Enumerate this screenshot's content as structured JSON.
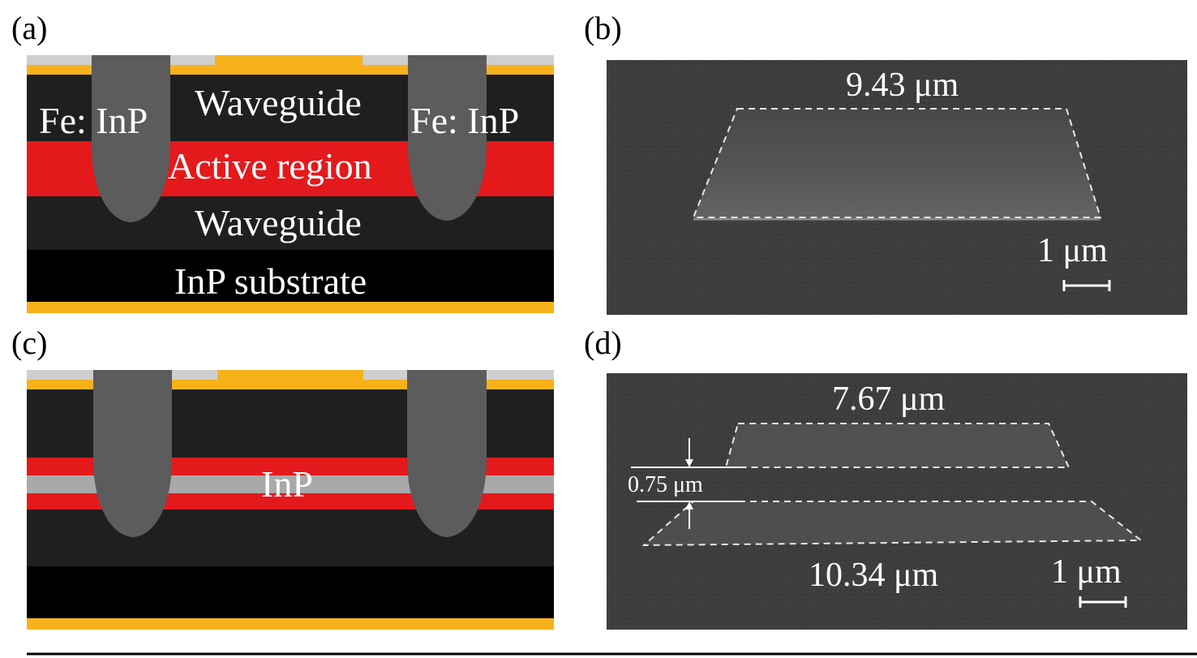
{
  "panels": {
    "a": {
      "label": "(a)",
      "fe_left": "Fe: InP",
      "fe_right": "Fe: InP",
      "waveguide_top": "Waveguide",
      "active_region": "Active region",
      "waveguide_bottom": "Waveguide",
      "substrate": "InP substrate"
    },
    "b": {
      "label": "(b)",
      "width_label": "9.43 μm",
      "scale_label": "1 μm"
    },
    "c": {
      "label": "(c)",
      "inp_label": "InP"
    },
    "d": {
      "label": "(d)",
      "top_width_label": "7.67 μm",
      "height_label": "0.75 μm",
      "bottom_width_label": "10.34 μm",
      "scale_label": "1 μm"
    }
  },
  "colors": {
    "gold": "#f7b21b",
    "light_gray": "#cfcfcf",
    "dark_layer": "#1f1f1f",
    "black_layer": "#000000",
    "active_red": "#e4191c",
    "fe_inp_gray": "#5c5c5c",
    "sem_background": "#3c3c3c"
  }
}
